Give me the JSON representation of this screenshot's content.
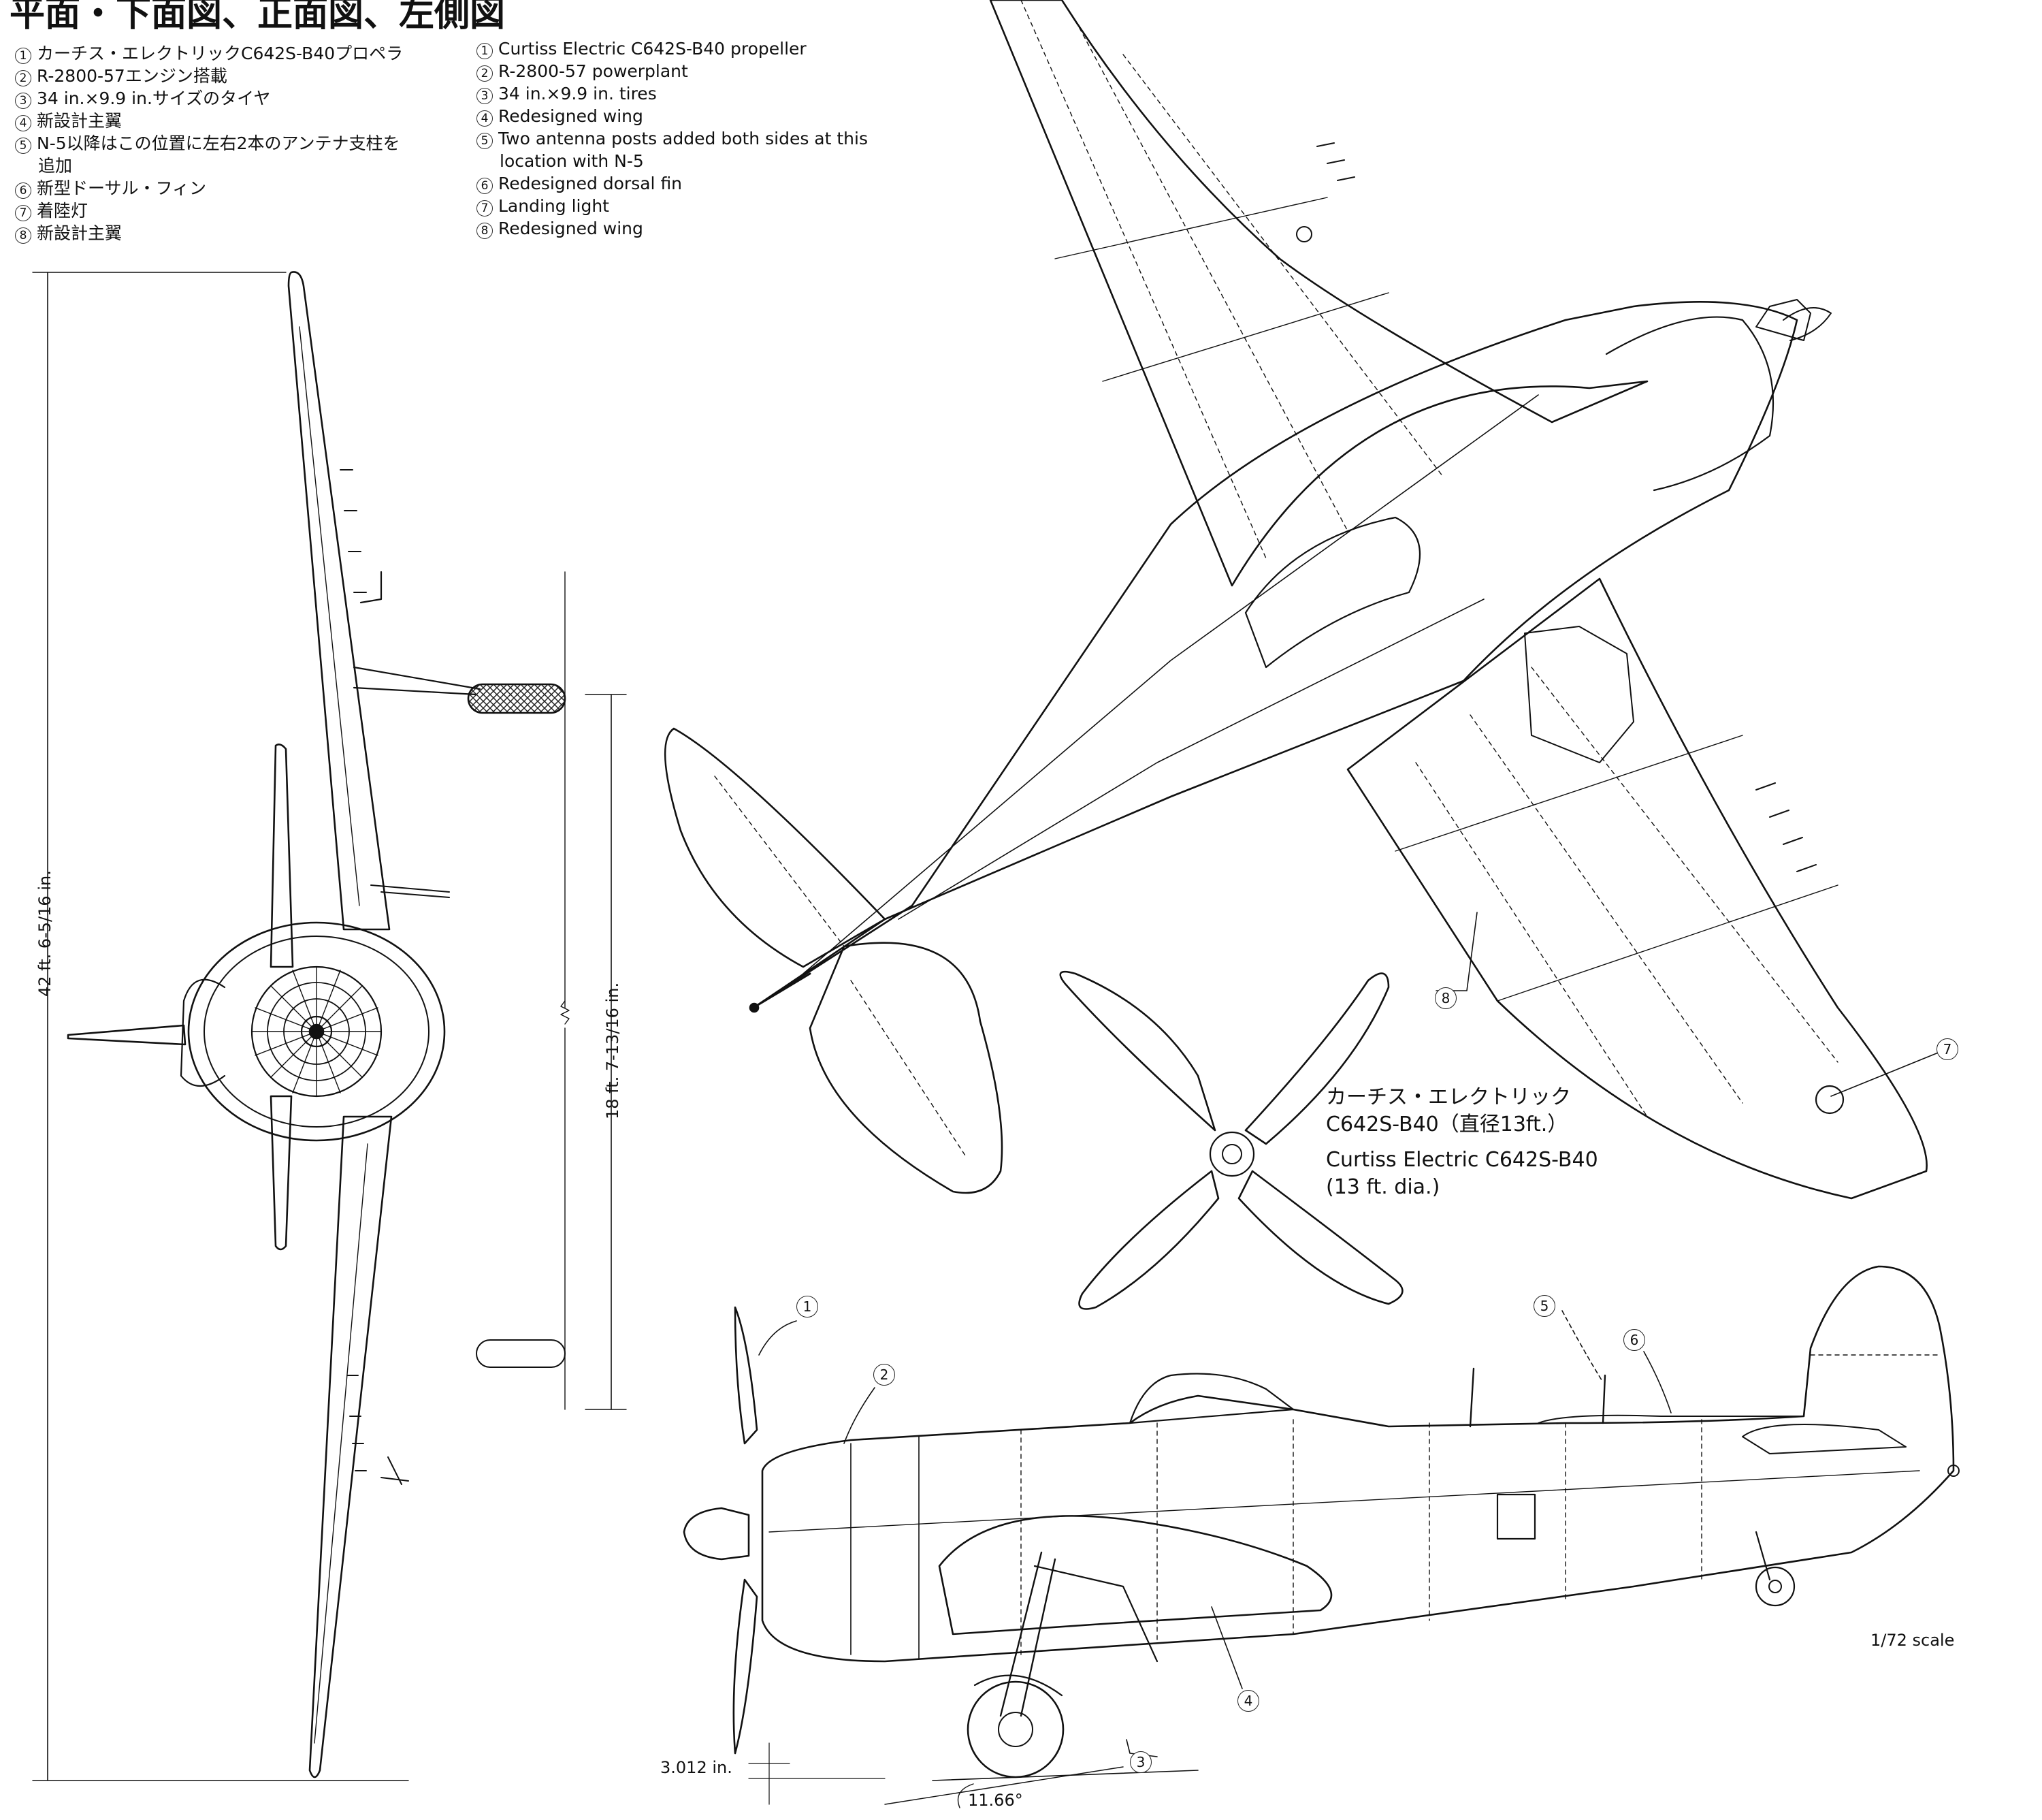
{
  "title": "平面・下面図、正面図、左側図",
  "legend_jp": [
    {
      "num": "1",
      "text": "カーチス・エレクトリックC642S-B40プロペラ"
    },
    {
      "num": "2",
      "text": "R-2800-57エンジン搭載"
    },
    {
      "num": "3",
      "text": "34 in.×9.9 in.サイズのタイヤ"
    },
    {
      "num": "4",
      "text": "新設計主翼"
    },
    {
      "num": "5",
      "text": "N-5以降はこの位置に左右2本のアンテナ支柱を",
      "cont": "追加"
    },
    {
      "num": "6",
      "text": "新型ドーサル・フィン"
    },
    {
      "num": "7",
      "text": "着陸灯"
    },
    {
      "num": "8",
      "text": "新設計主翼"
    }
  ],
  "legend_en": [
    {
      "num": "1",
      "text": "Curtiss Electric C642S-B40 propeller"
    },
    {
      "num": "2",
      "text": "R-2800-57 powerplant"
    },
    {
      "num": "3",
      "text": "34 in.×9.9 in. tires"
    },
    {
      "num": "4",
      "text": "Redesigned wing"
    },
    {
      "num": "5",
      "text": "Two antenna posts added both sides at this",
      "cont": "location with N-5"
    },
    {
      "num": "6",
      "text": "Redesigned dorsal fin"
    },
    {
      "num": "7",
      "text": "Landing light"
    },
    {
      "num": "8",
      "text": "Redesigned wing"
    }
  ],
  "dimensions": {
    "span": "42 ft. 6-5/16 in.",
    "height": "18 ft. 7-13/16 in.",
    "ground_clearance": "3.012 in.",
    "angle": "11.66°"
  },
  "propeller_caption": {
    "jp_line1": "カーチス・エレクトリック",
    "jp_line2": "C642S-B40（直径13ft.）",
    "en_line1": "Curtiss Electric C642S-B40",
    "en_line2": "(13 ft. dia.)"
  },
  "scale": "1/72 scale",
  "callouts": [
    "1",
    "2",
    "3",
    "4",
    "5",
    "6",
    "7",
    "8"
  ]
}
